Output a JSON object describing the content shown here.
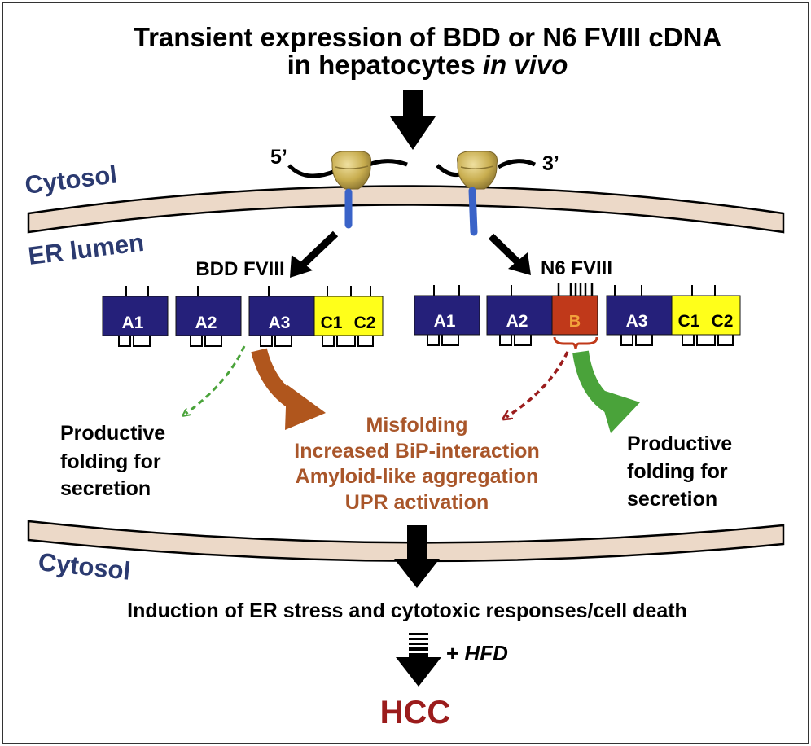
{
  "title": {
    "line1": "Transient expression of BDD or N6 FVIII cDNA",
    "line2_prefix": "in hepatocytes ",
    "line2_italic": "in vivo"
  },
  "compartments": {
    "cytosol_top": "Cytosol",
    "er_lumen": "ER lumen",
    "cytosol_bottom": "Cytosol"
  },
  "mrna_ends": {
    "five_prime": "5’",
    "three_prime": "3’"
  },
  "bdd": {
    "label": "BDD FVIII",
    "domains": [
      "A1",
      "A2",
      "A3",
      "C1",
      "C2"
    ]
  },
  "n6": {
    "label": "N6 FVIII",
    "domains": [
      "A1",
      "A2",
      "B",
      "A3",
      "C1",
      "C2"
    ]
  },
  "outcomes": {
    "left_productive": [
      "Productive",
      "folding for",
      "secretion"
    ],
    "right_productive": [
      "Productive",
      "folding for",
      "secretion"
    ],
    "misfolding": [
      "Misfolding",
      "Increased BiP-interaction",
      "Amyloid-like aggregation",
      "UPR activation"
    ]
  },
  "stress": "Induction of ER stress and cytotoxic responses/cell death",
  "hfd": {
    "prefix": "+ ",
    "italic": "HFD"
  },
  "result": "HCC",
  "colors": {
    "a_domain": "#25207a",
    "c_domain": "#ffff1a",
    "b_domain": "#c0391a",
    "b_text": "#f2a23c",
    "membrane": "#ecd9c8",
    "compartment_text": "#2b3a70",
    "misfold_text": "#a9562a",
    "brown_arrow": "#b0561d",
    "green_arrow": "#4aa33a",
    "hcc_text": "#9b1c1c",
    "ribosome": "#c8ad4f",
    "peptide": "#3a63c8"
  }
}
